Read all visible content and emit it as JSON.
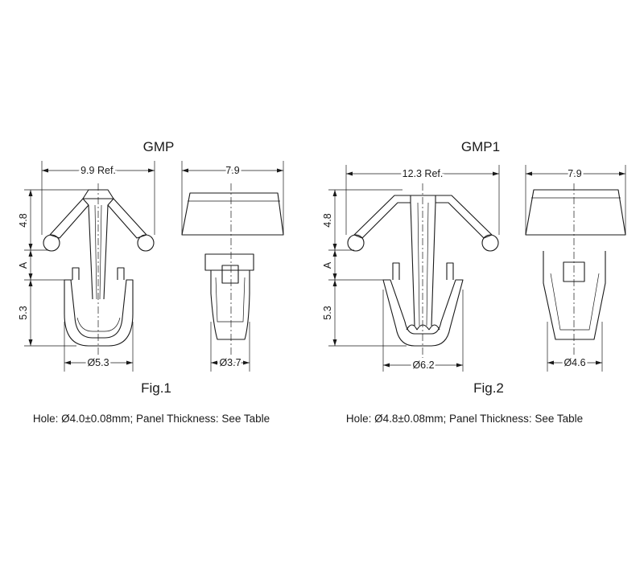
{
  "figures": [
    {
      "title": "GMP",
      "caption": "Fig.1",
      "note": "Hole: Ø4.0±0.08mm; Panel Thickness: See Table",
      "dims": {
        "head_width": "9.9 Ref.",
        "side_width": "7.9",
        "head_height": "4.8",
        "panel": "A",
        "leg_height": "5.3",
        "leg_dia": "Ø5.3",
        "pin_dia": "Ø3.7"
      }
    },
    {
      "title": "GMP1",
      "caption": "Fig.2",
      "note": "Hole: Ø4.8±0.08mm; Panel Thickness: See Table",
      "dims": {
        "head_width": "12.3 Ref.",
        "side_width": "7.9",
        "head_height": "4.8",
        "panel": "A",
        "leg_height": "5.3",
        "leg_dia": "Ø6.2",
        "pin_dia": "Ø4.6"
      }
    }
  ]
}
